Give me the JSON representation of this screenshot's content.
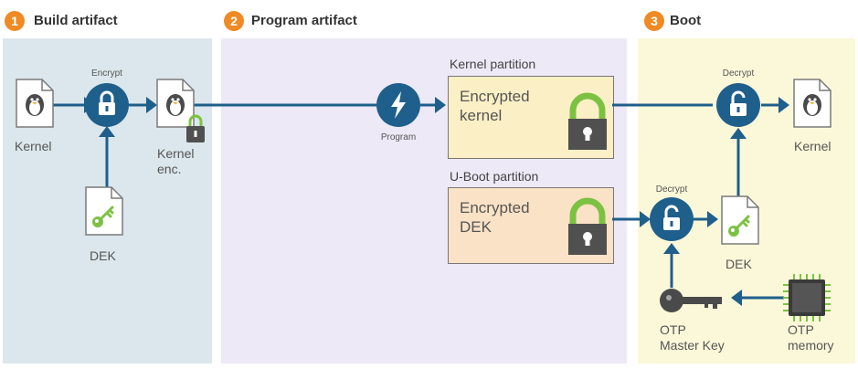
{
  "sections": {
    "build": {
      "number": "1",
      "title": "Build artifact"
    },
    "program": {
      "number": "2",
      "title": "Program artifact"
    },
    "boot": {
      "number": "3",
      "title": "Boot"
    }
  },
  "build": {
    "kernel_label": "Kernel",
    "encrypt_label": "Encrypt",
    "kernel_enc_label": "Kernel\nenc.",
    "dek_label": "DEK"
  },
  "program": {
    "program_label": "Program",
    "kernel_partition_title": "Kernel partition",
    "kernel_partition_text": "Encrypted\nkernel",
    "uboot_partition_title": "U-Boot partition",
    "uboot_partition_text": "Encrypted\nDEK"
  },
  "boot": {
    "decrypt_top_label": "Decrypt",
    "kernel_label": "Kernel",
    "decrypt_bottom_label": "Decrypt",
    "dek_label": "DEK",
    "otp_master_key_label": "OTP\nMaster Key",
    "otp_memory_label": "OTP\nmemory"
  },
  "colors": {
    "build_bg": "#dbe7ec",
    "program_bg": "#ede9f6",
    "boot_bg": "#fbf8d9",
    "flow_blue": "#1f5f8b",
    "badge_orange": "#f08a24",
    "kernel_box_bg": "#fbefc6",
    "dek_box_bg": "#fae2c6",
    "lock_green": "#7cc242",
    "lock_body": "#505050"
  }
}
